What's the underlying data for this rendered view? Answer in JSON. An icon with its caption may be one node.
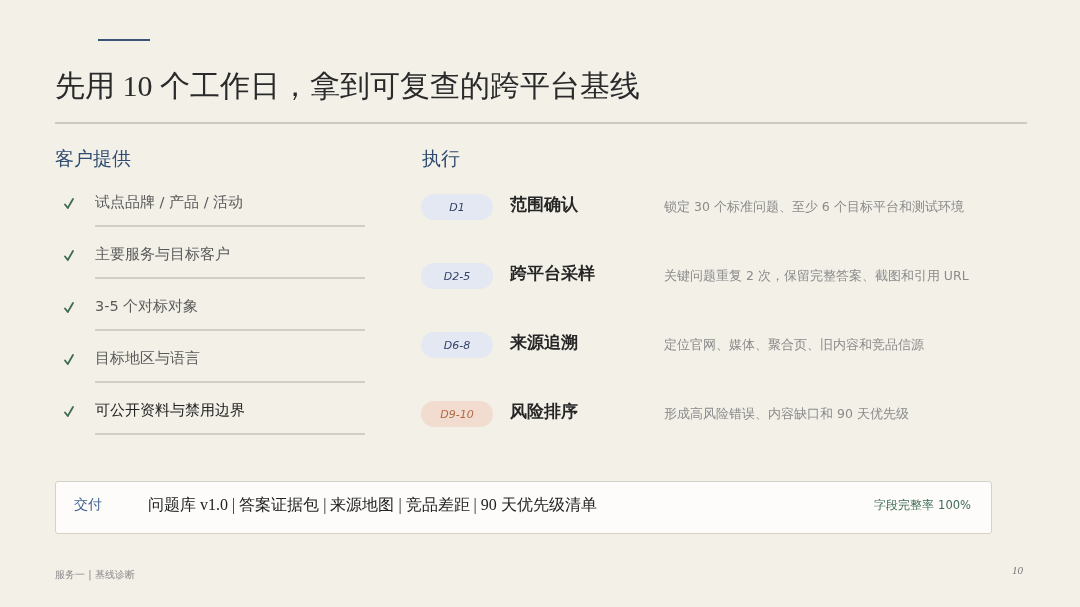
{
  "diagram": {
    "title": "先用 10 个工作日，拿到可复查的跨平台基线",
    "nodes": [
      {
        "text": [
          "D1"
        ],
        "beside": [
          "范围确认"
        ]
      },
      {
        "text": [
          "D2-5"
        ],
        "beside": [
          "跨平台采样"
        ]
      },
      {
        "text": [
          "D6-8"
        ],
        "beside": [
          "来源追溯"
        ]
      },
      {
        "text": [
          "D9-10"
        ],
        "beside": [
          "风险排序"
        ]
      },
      {
        "text": [
          "交付",
          "问题库 v1.0 | 答案证据包 | 来源地图 | 竞品差距 | 90 天优先级清单",
          "字段完整率 100%"
        ]
      }
    ],
    "labels": [
      "客户提供",
      "试点品牌 / 产品 / 活动",
      "主要服务与目标客户",
      "3-5 个对标对象",
      "目标地区与语言",
      "可公开资料与禁用边界",
      "执行",
      "锁定 30 个标准问题、至少 6 个目标平台和测试环境",
      "关键问题重复 2 次，保留完整答案、截图和引用 URL",
      "定位官网、媒体、聚合页、旧内容和竞品信源",
      "形成高风险错误、内容缺口和 90 天优先级",
      "服务一 | 基线诊断",
      "10"
    ]
  }
}
